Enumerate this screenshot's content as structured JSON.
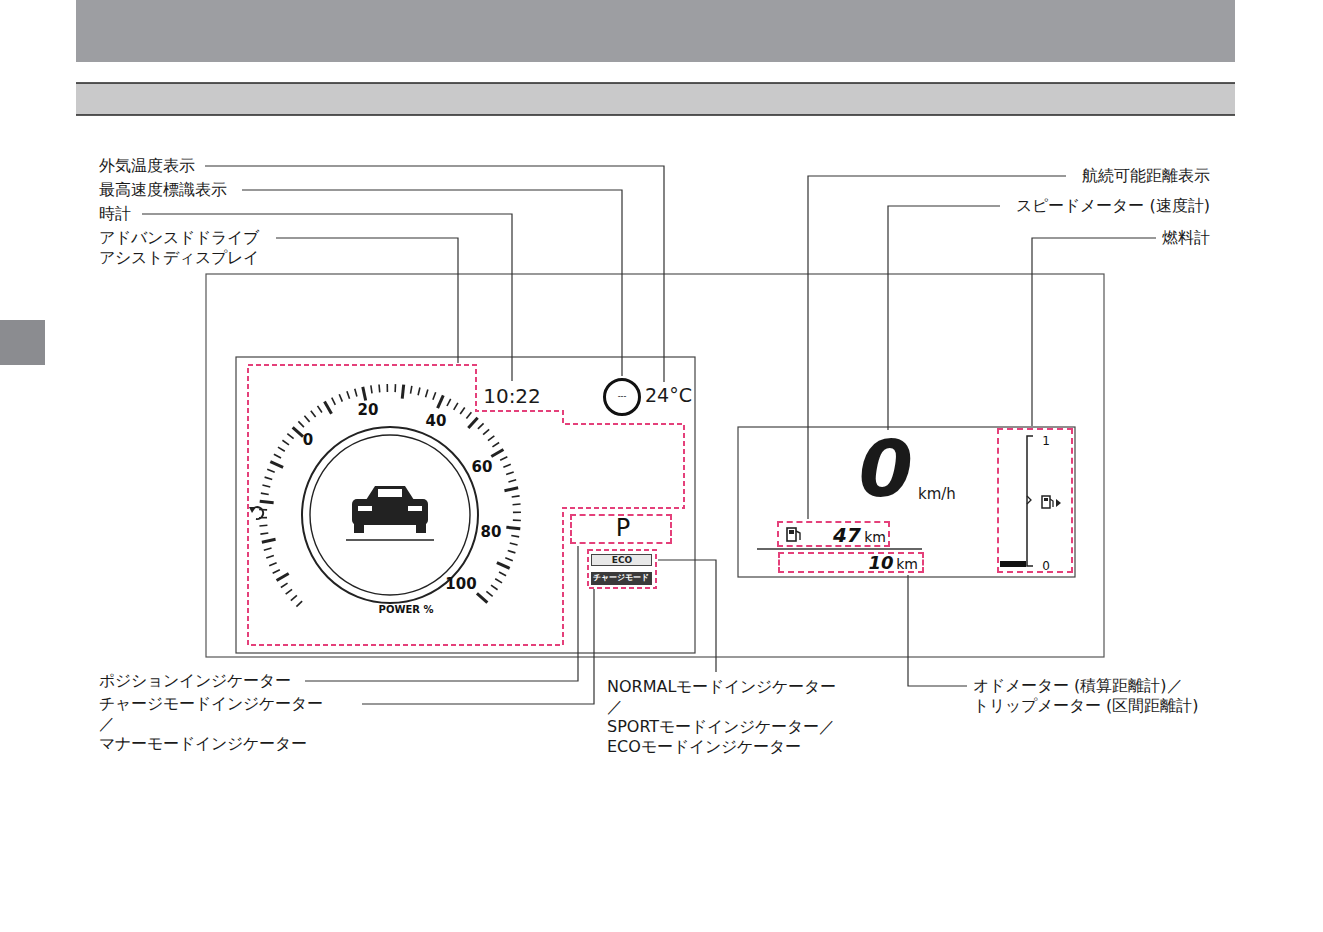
{
  "diagram": {
    "nodes": [
      {
        "text": [
          "0",
          "20",
          "40",
          "60",
          "80",
          "100",
          "POWER %"
        ]
      },
      {
        "text": [
          "---"
        ]
      },
      {
        "text": [
          "P"
        ]
      },
      {
        "text": [
          "ECO"
        ]
      },
      {
        "text": [
          "チャージモード"
        ]
      },
      {
        "text": [
          "47",
          "km"
        ]
      },
      {
        "text": [
          "10",
          "km"
        ]
      },
      {
        "text": [
          "1",
          "0"
        ]
      }
    ],
    "labels": [
      "外気温度表示",
      "最高速度標識表示",
      "時計",
      "アドバンスドドライブ アシストディスプレイ",
      "航続可能距離表示",
      "スピードメーター (速度計)",
      "燃料計",
      "10:22",
      "24°C",
      "0",
      "km/h",
      "ポジションインジケーター",
      "チャージモードインジケーター／ マナーモードインジケーター",
      "NORMALモードインジケーター／ SPORTモードインジケーター／ ECOモードインジケーター",
      "オドメーター (積算距離計)／ トリップメーター (区間距離計)"
    ]
  }
}
